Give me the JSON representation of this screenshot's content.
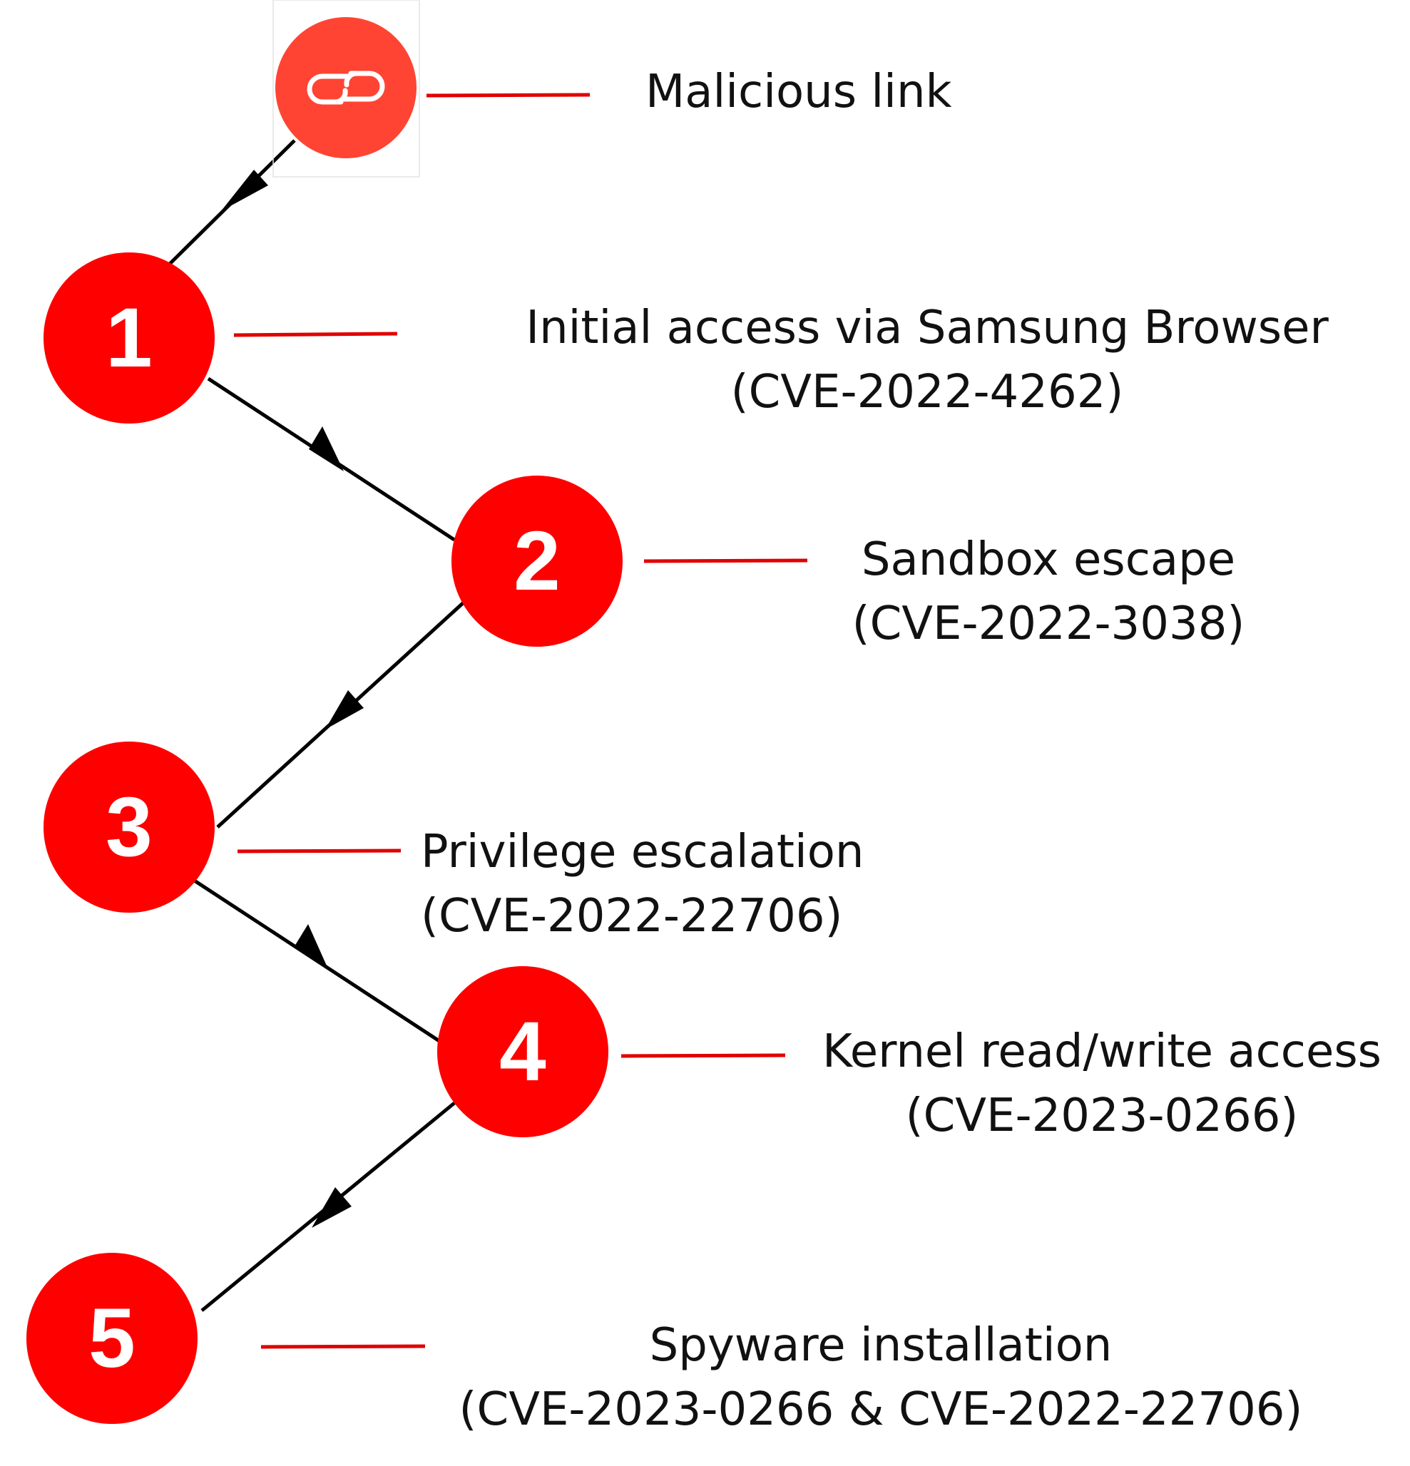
{
  "colors": {
    "step_circle": "#FF0000",
    "link_circle": "#FF4433",
    "connector": "#E00000",
    "arrow": "#000000",
    "text": "#111111"
  },
  "start": {
    "icon": "link-icon",
    "label": "Malicious link"
  },
  "steps": [
    {
      "number": "1",
      "title": "Initial access via Samsung Browser",
      "cve": "(CVE-2022-4262)"
    },
    {
      "number": "2",
      "title": "Sandbox escape",
      "cve": "(CVE-2022-3038)"
    },
    {
      "number": "3",
      "title": "Privilege escalation",
      "cve": "(CVE-2022-22706)"
    },
    {
      "number": "4",
      "title": "Kernel read/write access",
      "cve": "(CVE-2023-0266)"
    },
    {
      "number": "5",
      "title": "Spyware installation",
      "cve": "(CVE-2023-0266 & CVE-2022-22706)"
    }
  ]
}
